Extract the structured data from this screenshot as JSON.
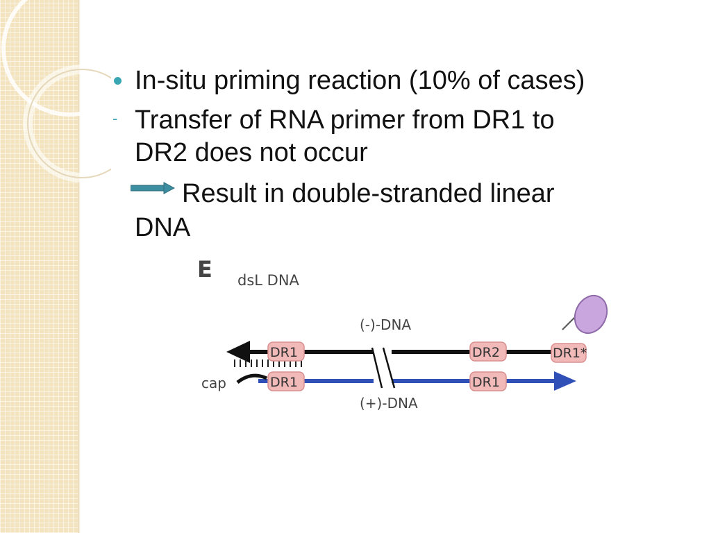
{
  "bullets": [
    {
      "text": "In-situ priming reaction (10% of cases)"
    },
    {
      "line1": "Transfer of RNA primer from DR1 to",
      "line2": "DR2 does not occur"
    }
  ],
  "result": {
    "line1": "Result in double-stranded linear",
    "line2": "DNA"
  },
  "figure": {
    "panel_letter": "E",
    "title": "dsL DNA",
    "minus_strand_label": "(-)-DNA",
    "plus_strand_label": "(+)-DNA",
    "cap_label": "cap",
    "top_boxes": [
      "DR1",
      "DR2"
    ],
    "top_right_label": "DR1*",
    "bottom_boxes": [
      "DR1",
      "DR1"
    ],
    "colors": {
      "minus_strand": "#111111",
      "plus_strand": "#3050b8",
      "dr_box": "#f2b9b9",
      "protein": "#c9a6dd"
    }
  },
  "colors": {
    "bullet_accent": "#3aa6b3",
    "side_strip": "#f3e4bf"
  }
}
